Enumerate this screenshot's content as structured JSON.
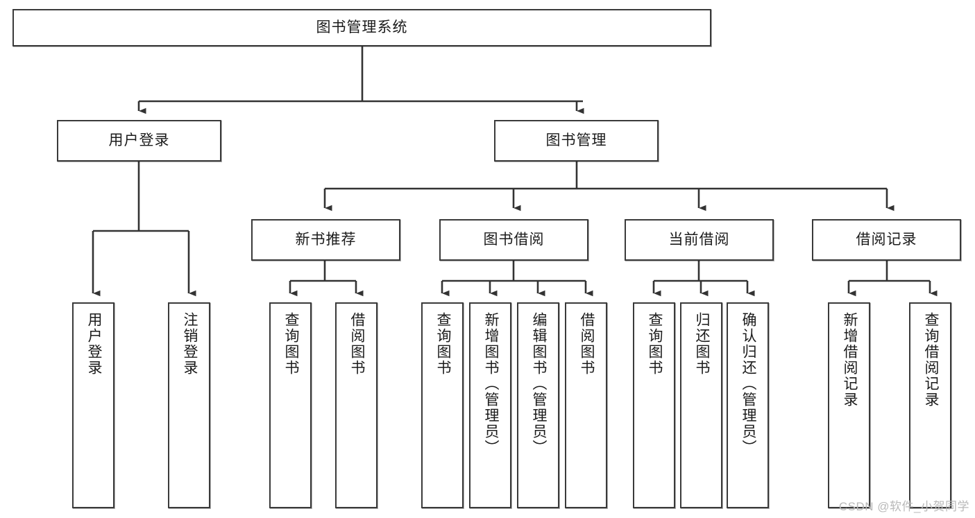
{
  "diagram": {
    "type": "tree",
    "title_node": "图书管理系统",
    "watermark": "CSDN @软件_小贺同学",
    "colors": {
      "border": "#3a3a3a",
      "fill": "#ffffff",
      "text": "#1b1b1b",
      "connector": "#333333",
      "watermark": "#b9b9b9",
      "background": "#ffffff"
    },
    "levels": {
      "level1": [
        "图书管理系统"
      ],
      "level2": [
        "用户登录",
        "图书管理"
      ],
      "level3": [
        "新书推荐",
        "图书借阅",
        "当前借阅",
        "借阅记录"
      ],
      "level4": [
        "用户登录",
        "注销登录",
        "查询图书",
        "借阅图书",
        "查询图书",
        "新增图书（管理员）",
        "编辑图书（管理员）",
        "借阅图书",
        "查询图书",
        "归还图书",
        "确认归还（管理员）",
        "新增借阅记录",
        "查询借阅记录"
      ]
    }
  },
  "nodes": {
    "root": {
      "label": "图书管理系统"
    },
    "user_login": {
      "label": "用户登录"
    },
    "book_manage": {
      "label": "图书管理"
    },
    "new_book_rec": {
      "label": "新书推荐"
    },
    "book_borrow": {
      "label": "图书借阅"
    },
    "current_borrow": {
      "label": "当前借阅"
    },
    "borrow_record": {
      "label": "借阅记录"
    },
    "leaf_user_login": {
      "label": "用户登录"
    },
    "leaf_logout": {
      "label": "注销登录"
    },
    "leaf_query_book_1": {
      "label": "查询图书"
    },
    "leaf_borrow_book_1": {
      "label": "借阅图书"
    },
    "leaf_query_book_2": {
      "label": "查询图书"
    },
    "leaf_add_book": {
      "label": "新增图书（管理员）"
    },
    "leaf_edit_book": {
      "label": "编辑图书（管理员）"
    },
    "leaf_borrow_book_2": {
      "label": "借阅图书"
    },
    "leaf_query_book_3": {
      "label": "查询图书"
    },
    "leaf_return_book": {
      "label": "归还图书"
    },
    "leaf_confirm_return": {
      "label": "确认归还（管理员）"
    },
    "leaf_add_record": {
      "label": "新增借阅记录"
    },
    "leaf_query_record": {
      "label": "查询借阅记录"
    }
  },
  "footer": {
    "watermark": "CSDN @软件_小贺同学"
  }
}
